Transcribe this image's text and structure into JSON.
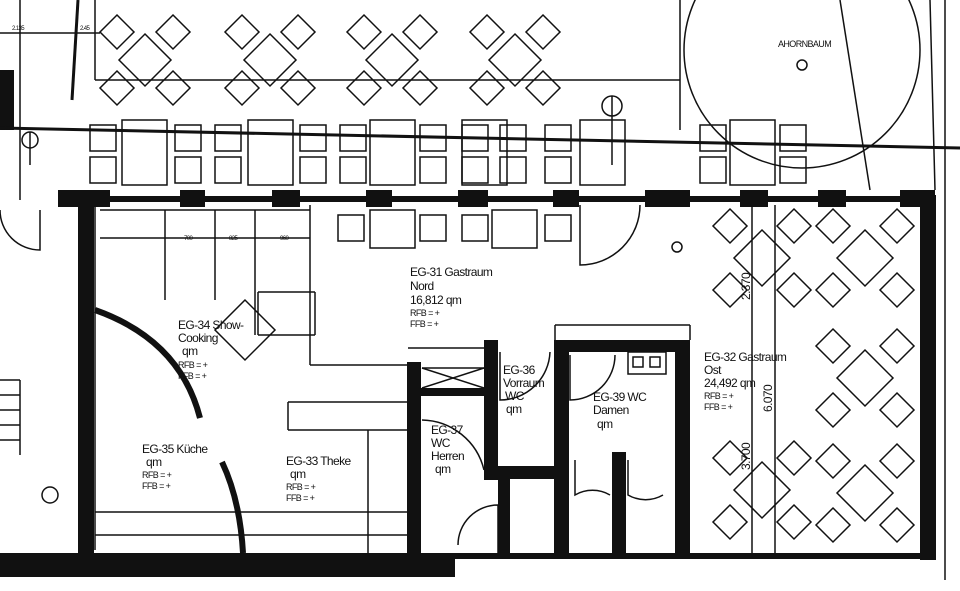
{
  "plan": {
    "tree_label": "AHORNBAUM",
    "top_dims": [
      "2.135",
      "2.45"
    ],
    "kitchen_dims": [
      "700",
      "825",
      "960"
    ],
    "east_dims": [
      "2.370",
      "6.070",
      "3.700"
    ],
    "rooms": [
      {
        "id": "EG-31 Gastraum",
        "sub": "Nord",
        "area": "16,812 qm",
        "rfb": "RFB = +",
        "ffb": "FFB = +"
      },
      {
        "id": "EG-32 Gastraum",
        "sub": "Ost",
        "area": "24,492 qm",
        "rfb": "RFB = +",
        "ffb": "FFB = +"
      },
      {
        "id": "EG-33 Theke",
        "sub": "",
        "area": "qm",
        "rfb": "RFB = +",
        "ffb": "FFB = +"
      },
      {
        "id": "EG-34 Show-",
        "sub": "Cooking",
        "area": "qm",
        "rfb": "RFB = +",
        "ffb": "FFB = +"
      },
      {
        "id": "EG-35 Küche",
        "sub": "",
        "area": "qm",
        "rfb": "RFB = +",
        "ffb": "FFB = +"
      },
      {
        "id": "EG-36",
        "sub": "Vorraum",
        "sub2": "WC",
        "area": "qm"
      },
      {
        "id": "EG-37",
        "sub": "WC",
        "sub2": "Herren",
        "area": "qm"
      },
      {
        "id": "EG-39 WC",
        "sub": "Damen",
        "area": "qm"
      }
    ],
    "line_color": "#111111"
  }
}
